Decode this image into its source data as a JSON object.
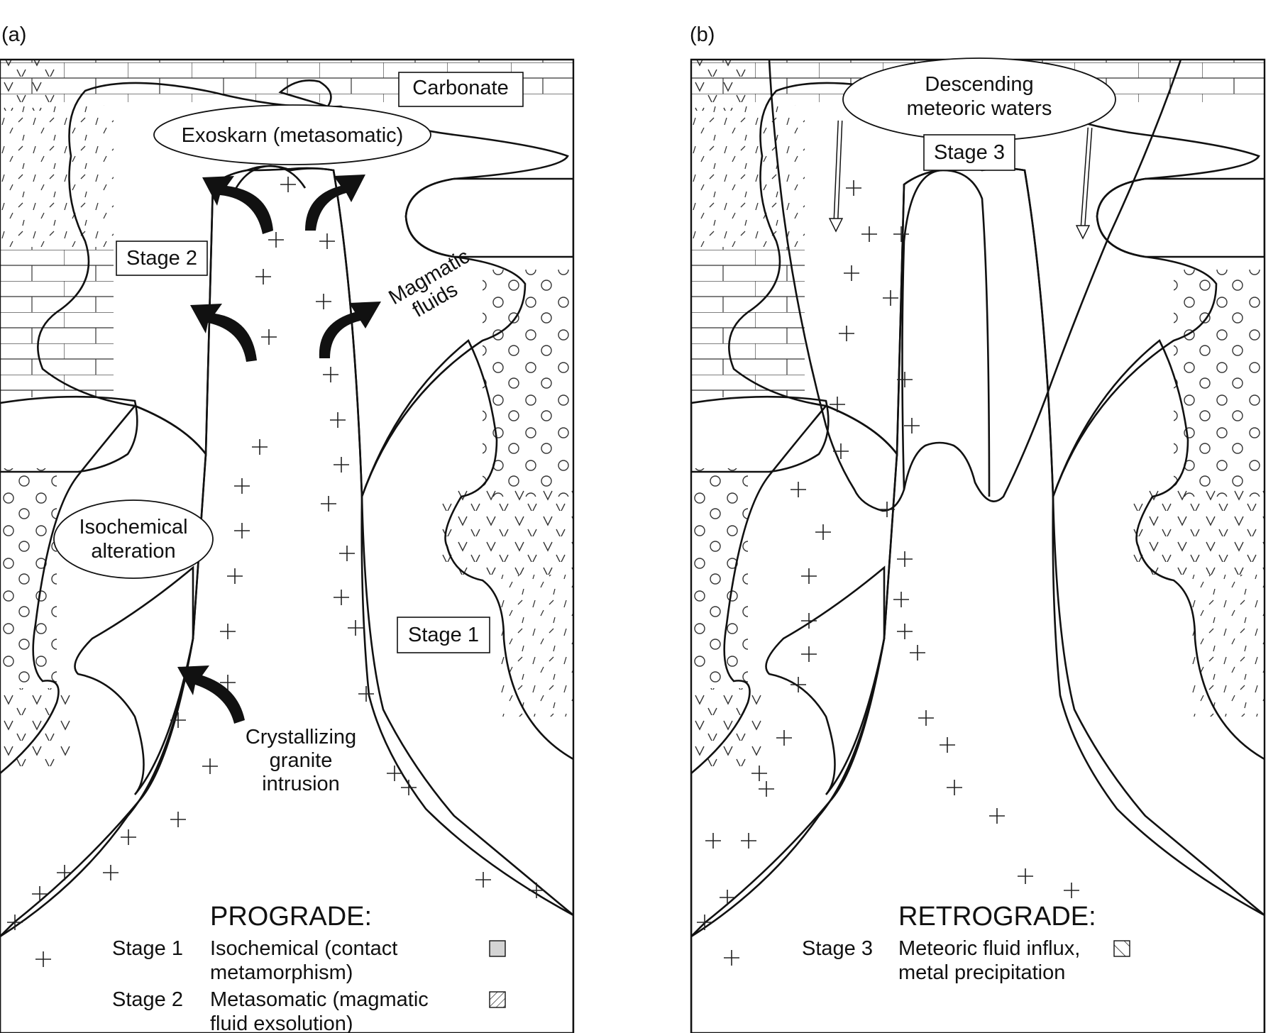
{
  "panels": [
    {
      "tag": "(a)",
      "labels": {
        "carbonate": "Carbonate",
        "exoskarn": "Exoskarn (metasomatic)",
        "stage2": "Stage 2",
        "magmatic_line1": "Magmatic",
        "magmatic_line2": "fluids",
        "isochem_line1": "Isochemical",
        "isochem_line2": "alteration",
        "stage1": "Stage 1",
        "cryst_line1": "Crystallizing",
        "cryst_line2": "granite",
        "cryst_line3": "intrusion"
      },
      "legend": {
        "title": "PROGRADE:",
        "items": [
          {
            "stage": "Stage 1",
            "line1": "Isochemical (contact",
            "line2": "metamorphism)",
            "swatch": "grey"
          },
          {
            "stage": "Stage 2",
            "line1": "Metasomatic (magmatic",
            "line2": "fluid exsolution)",
            "swatch": "hatched"
          }
        ]
      }
    },
    {
      "tag": "(b)",
      "labels": {
        "descending_line1": "Descending",
        "descending_line2": "meteoric waters",
        "stage3": "Stage 3"
      },
      "legend": {
        "title": "RETROGRADE:",
        "items": [
          {
            "stage": "Stage 3",
            "line1": "Meteoric fluid influx,",
            "line2": "metal precipitation",
            "swatch": "cross-hatched"
          }
        ]
      }
    }
  ],
  "colors": {
    "stage1_grey": "#d4d4d4",
    "dark_bed_grey": "#a3a3a3",
    "outline": "#111111",
    "background": "#ffffff"
  }
}
